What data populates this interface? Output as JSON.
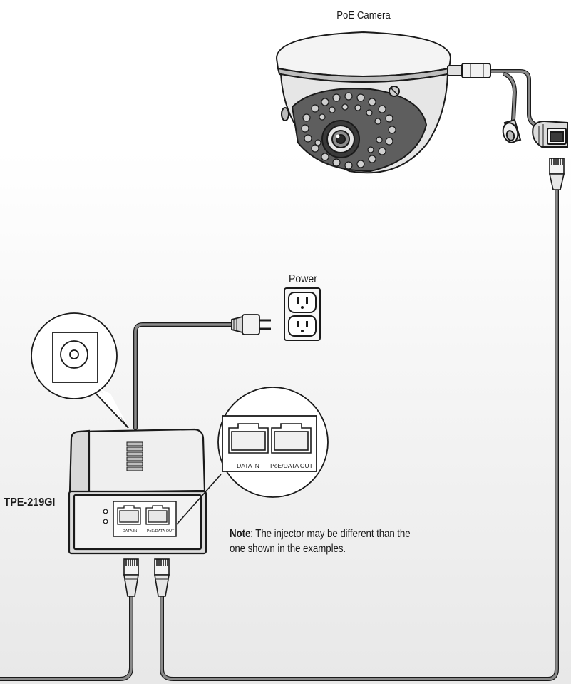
{
  "labels": {
    "camera": "PoE Camera",
    "power": "Power",
    "device_model": "TPE-219GI",
    "zoom_data_in": "DATA IN",
    "zoom_poe_out": "PoE/DATA OUT",
    "panel_data_in": "DATA IN",
    "panel_poe_out": "PoE/DATA OUT"
  },
  "note": {
    "label": "Note",
    "text": ": The injector may be different than the one shown in the examples."
  },
  "colors": {
    "cable": "#6f6f6f",
    "outline": "#1a1a1a",
    "device_top": "#e9e9e9",
    "device_front": "#cfcfcf",
    "background_gradient_end": "#ececec"
  }
}
